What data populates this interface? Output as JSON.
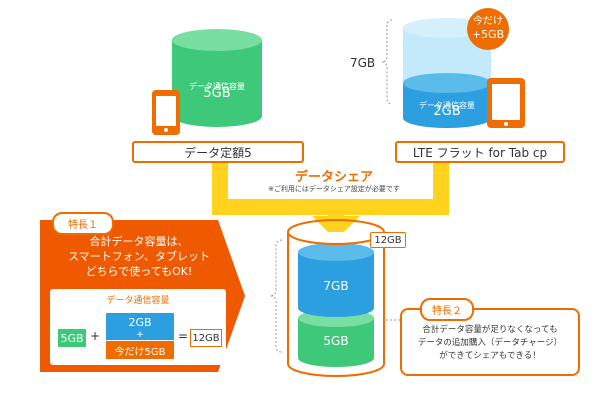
{
  "left_plan": {
    "cylinder_caption": "データ通信容量",
    "cylinder_value": "5GB",
    "label": "データ定額5"
  },
  "right_plan": {
    "badge_line1": "今だけ",
    "badge_line2": "+5GB",
    "capacity_label": "7GB",
    "cylinder_caption": "データ通信容量",
    "cylinder_value": "2GB",
    "label": "LTE フラット for Tab cp"
  },
  "share": {
    "title": "データシェア",
    "note": "※ご利用にはデータシェア設定が必要です"
  },
  "combined": {
    "total_tag": "12GB",
    "top_value": "7GB",
    "bottom_value": "5GB"
  },
  "feature1": {
    "tag": "特長１",
    "line1": "合計データ容量は、",
    "line2": "スマートフォン、タブレット",
    "line3": "どちらで使ってもOK!",
    "formula_title": "データ通信容量",
    "val1": "5GB",
    "plus": "+",
    "val2": "2GB",
    "plus2": "+",
    "val3": "今だけ5GB",
    "equals": "=",
    "result": "12GB"
  },
  "feature2": {
    "tag": "特長２",
    "line1": "合計データ容量が足りなくなっても",
    "line2": "データの追加購入（データチャージ）",
    "line3": "ができてシェアもできる！"
  },
  "colors": {
    "orange": "#ef6c00",
    "green": "#3ec97a",
    "blue": "#2b9fe0",
    "light_blue": "#9fdcf7",
    "yellow": "#ffd21e"
  }
}
